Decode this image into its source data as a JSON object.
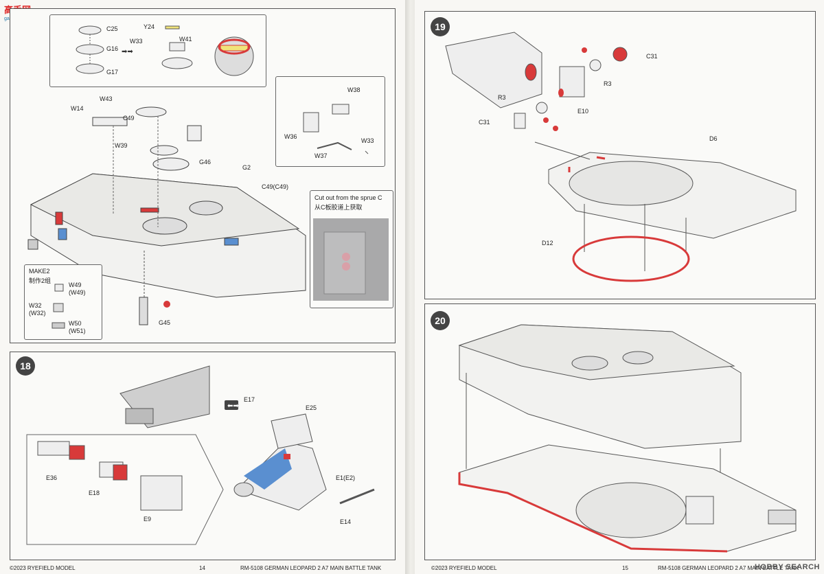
{
  "watermark": {
    "logo_text": "高手网",
    "logo_sub": "gao-shou.com",
    "brand": "HOBBY SEARCH"
  },
  "left_page": {
    "step17_labels": {
      "c25": "C25",
      "g16": "G16",
      "g17": "G17",
      "y24": "Y24",
      "w33a": "W33",
      "w41": "W41",
      "w43": "W43",
      "w14": "W14",
      "c49": "C49",
      "w39": "W39",
      "g46": "G46",
      "g2": "G2",
      "c49b": "C49(C49)",
      "g45": "G45",
      "w38": "W38",
      "w36": "W36",
      "w37": "W37",
      "w33b": "W33"
    },
    "make2": {
      "line1": "MAKE2",
      "line2": "制作2组",
      "w49": "W49",
      "w49b": "(W49)",
      "w32": "W32",
      "w32b": "(W32)",
      "w50": "W50",
      "w51": "(W51)"
    },
    "sprue_note": {
      "en": "Cut out from the sprue C",
      "cn": "从C板胶道上获取"
    },
    "step18": {
      "number": "18",
      "e17": "E17",
      "e25": "E25",
      "e1": "E1(E2)",
      "e14": "E14",
      "e36": "E36",
      "e18": "E18",
      "e9": "E9"
    },
    "footer": {
      "copyright": "©2023 RYEFIELD MODEL",
      "page": "14",
      "title": "RM-5108 GERMAN LEOPARD  2 A7 MAIN BATTLE TANK"
    }
  },
  "right_page": {
    "step19": {
      "number": "19",
      "c31a": "C31",
      "r3a": "R3",
      "r3b": "R3",
      "e10": "E10",
      "c31b": "C31",
      "d6": "D6",
      "d12": "D12"
    },
    "step20": {
      "number": "20"
    },
    "footer": {
      "copyright": "©2023 RYEFIELD MODEL",
      "page": "15",
      "title": "RM-5108 GERMAN LEOPARD  2 A7 MAIN BATTLE TANK"
    }
  },
  "colors": {
    "highlight_red": "#d83a3a",
    "highlight_blue": "#5a8fd0",
    "line": "#444444"
  }
}
